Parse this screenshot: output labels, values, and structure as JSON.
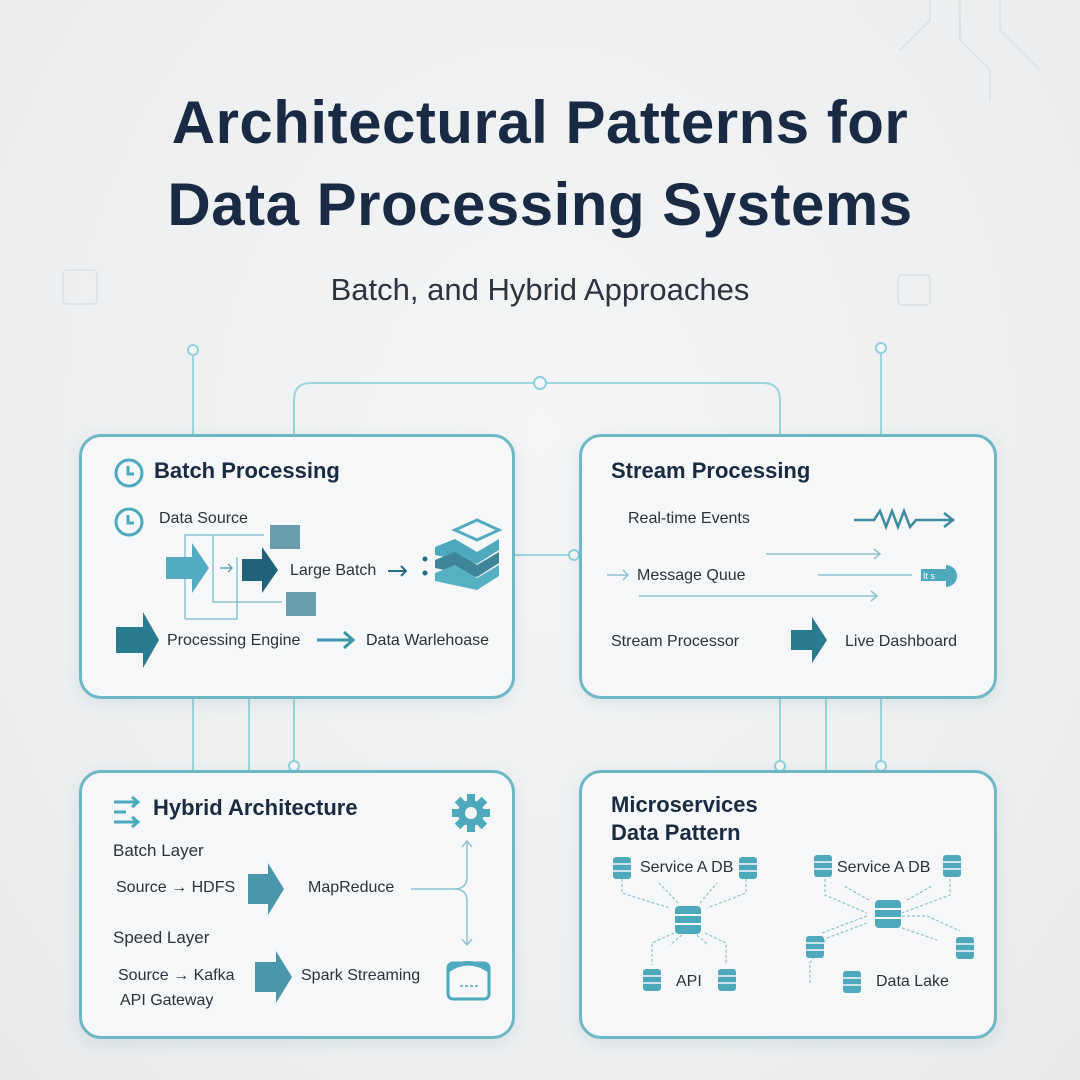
{
  "header": {
    "title_line1": "Architectural Patterns for",
    "title_line2": "Data Processing Systems",
    "subtitle": "Batch, and Hybrid Approaches"
  },
  "colors": {
    "accent": "#4fa9bd",
    "dark_teal": "#256a80",
    "card_border": "#6db7c6",
    "title": "#1a2a45"
  },
  "batch": {
    "title": "Batch Processing",
    "data_source": "Data Source",
    "large_batch": "Large Batch",
    "arrow": "→",
    "processing_engine": "Processing Engine",
    "data_warehouse": "Data Warlehoase",
    "icons": [
      "clock-icon",
      "layers-icon"
    ]
  },
  "stream": {
    "title": "Stream Processing",
    "realtime_events": "Real-time Events",
    "message_queue": "Message Quue",
    "stream_processor": "Stream Processor",
    "live_dashboard": "Live Dashboard",
    "icons": [
      "wave-arrow-icon",
      "queue-icon"
    ]
  },
  "hybrid": {
    "title": "Hybrid Architecture",
    "batch_layer": "Batch Layer",
    "source_hdfs": "Source → HDFS",
    "mapreduce": "MapReduce",
    "speed_layer": "Speed Layer",
    "source_kafka": "Source → Kafka",
    "spark_streaming": "Spark Streaming",
    "api_gateway": "API Gateway",
    "icons": [
      "gear-icon",
      "database-icon"
    ]
  },
  "micro": {
    "title_line1": "Microservices",
    "title_line2": "Data Pattern",
    "service_a_db_left": "Service A DB",
    "api": "API",
    "service_a_db_right": "Service A DB",
    "data_lake": "Data Lake",
    "icons": [
      "database-icon"
    ]
  }
}
